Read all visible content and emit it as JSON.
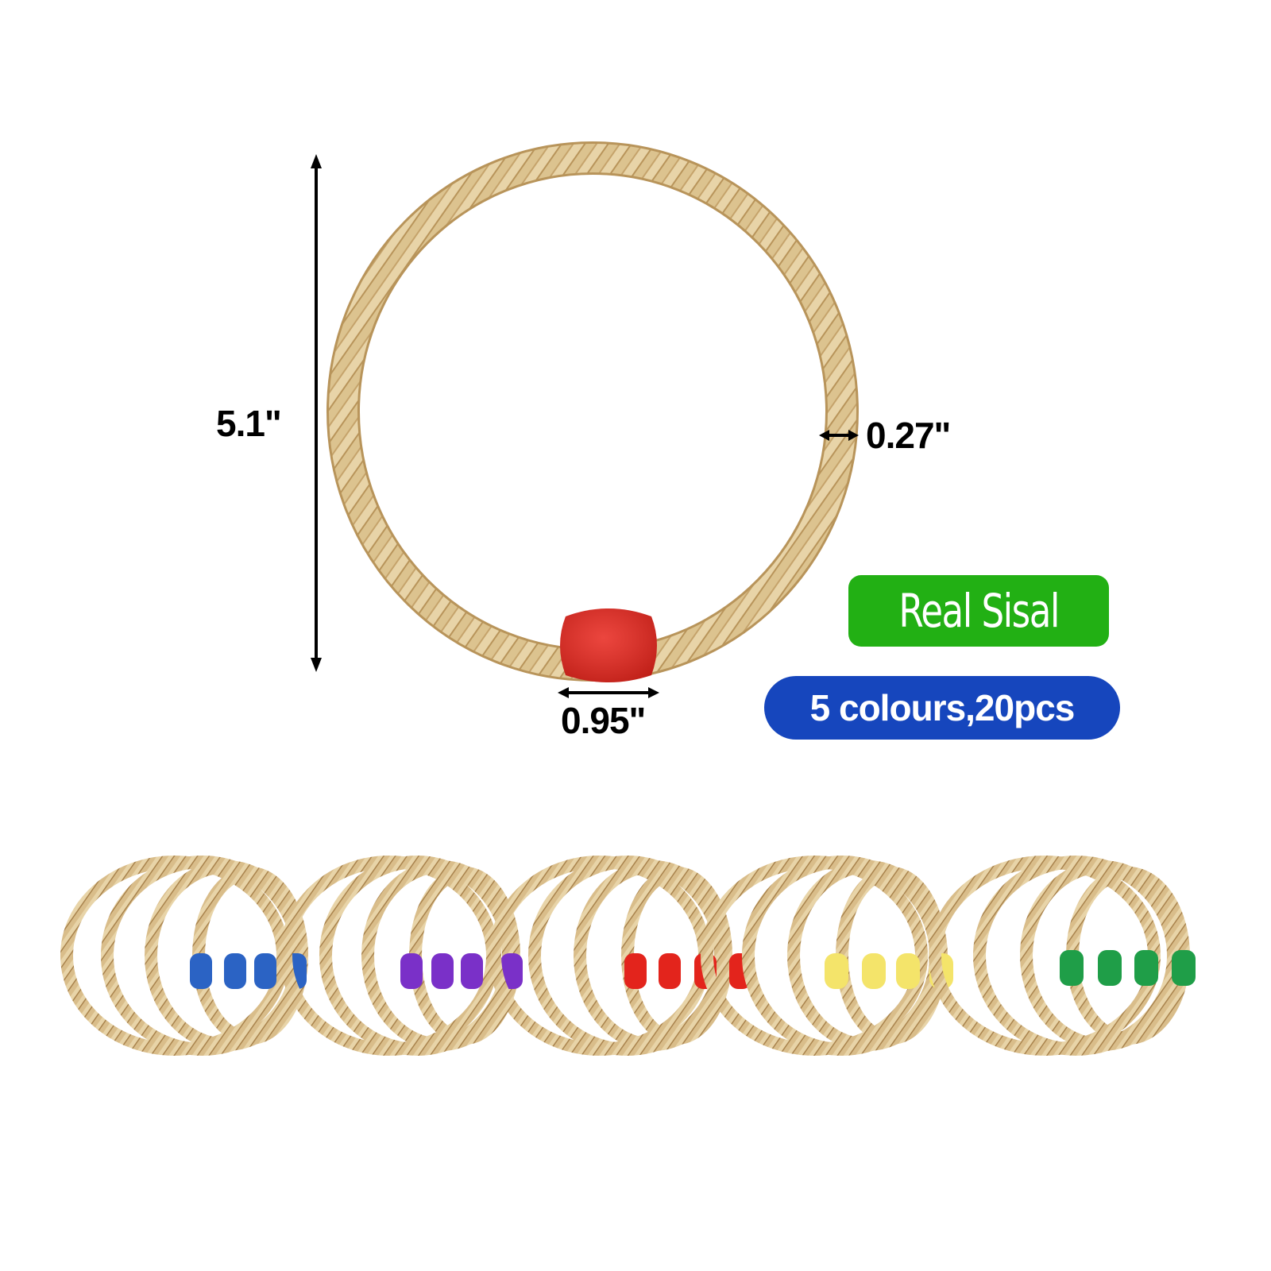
{
  "product": {
    "main_ring": {
      "material": "sisal rope",
      "bead_color": "#e8251c",
      "rope_color": "#d9bf8a"
    }
  },
  "dimensions": {
    "height_label": "5.1\"",
    "rope_thickness_label": "0.27\"",
    "bead_width_label": "0.95\""
  },
  "badges": {
    "material": {
      "label": "Real Sisal",
      "color": "#22b014"
    },
    "quantity": {
      "label": "5 colours,20pcs",
      "color": "#1646bd"
    }
  },
  "ring_groups": [
    {
      "color_name": "blue",
      "bead_color": "#2b63c4",
      "count": 4
    },
    {
      "color_name": "purple",
      "bead_color": "#7a30c8",
      "count": 4
    },
    {
      "color_name": "red",
      "bead_color": "#e3241c",
      "count": 4
    },
    {
      "color_name": "yellow",
      "bead_color": "#f4e46a",
      "count": 4
    },
    {
      "color_name": "green",
      "bead_color": "#1f9e48",
      "count": 4
    }
  ],
  "colors": {
    "arrow": "#000000",
    "rope_light": "#e3cc9c",
    "rope_dark": "#b8945a"
  }
}
